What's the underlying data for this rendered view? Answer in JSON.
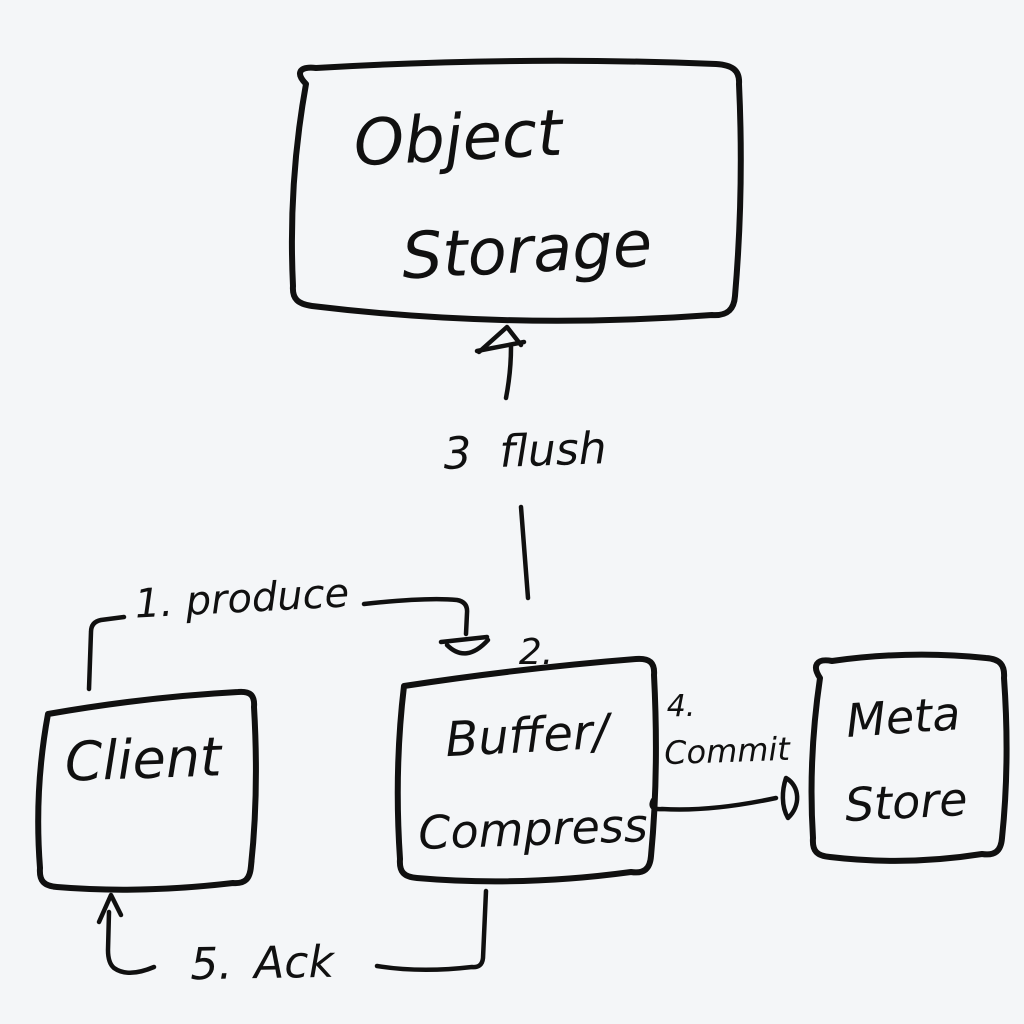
{
  "canvas": {
    "background": "#f4f6f8",
    "ink": "#101010",
    "description": "hand-drawn data pipeline sketch"
  },
  "nodes": {
    "object_storage": {
      "line1": "Object",
      "line2": "Storage"
    },
    "client": {
      "label": "Client"
    },
    "buffer_compress": {
      "line1": "Buffer/",
      "line2": "Compress"
    },
    "meta_store": {
      "line1": "Meta",
      "line2": "Store"
    }
  },
  "edges": {
    "produce": {
      "label": "1. produce"
    },
    "ingest": {
      "label": "2."
    },
    "flush": {
      "label": "3 flush"
    },
    "commit": {
      "label_number": "4.",
      "label_word": "Commit"
    },
    "ack": {
      "label": "5. Ack"
    }
  }
}
